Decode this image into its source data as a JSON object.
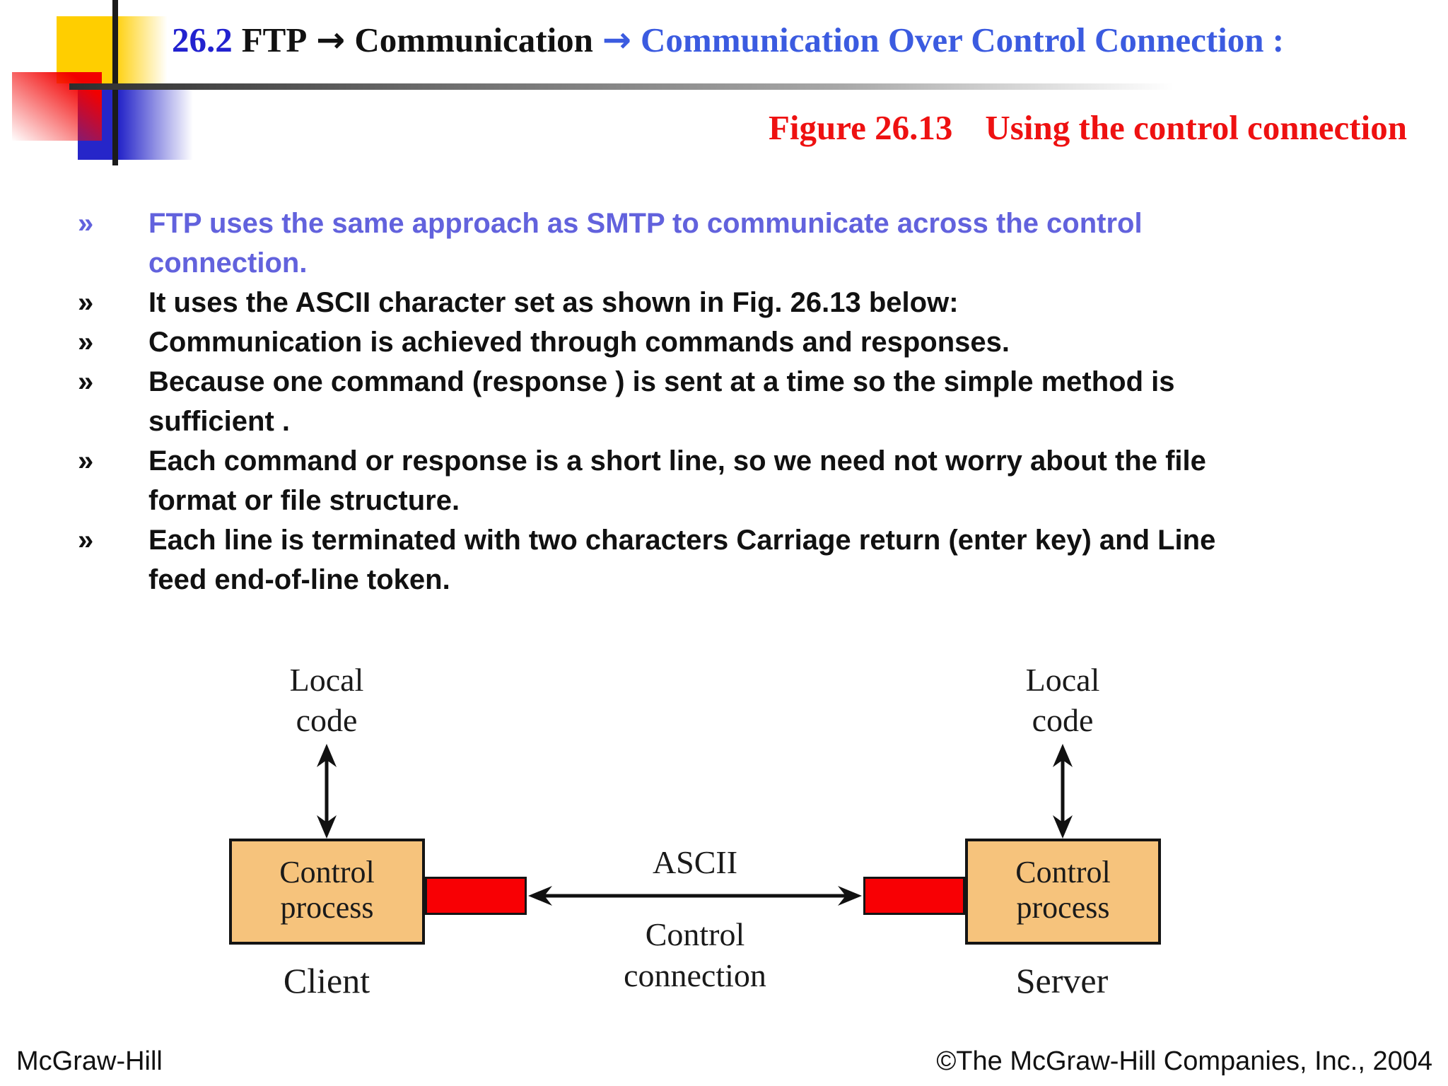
{
  "slide": {
    "title": {
      "number": "26.2",
      "segment1": "FTP",
      "arrow": "→",
      "segment2": "Communication",
      "segment3": "Communication Over Control Connection :"
    },
    "figure": {
      "label": "Figure 26.13",
      "caption": "Using the control connection"
    },
    "bullets": {
      "marker": "»",
      "items": [
        {
          "color": "#6262dd",
          "lines": [
            "FTP uses the same approach as SMTP to communicate across the control",
            "connection."
          ]
        },
        {
          "color": "#111111",
          "lines": [
            "It uses the ASCII character set as shown in Fig. 26.13 below:"
          ]
        },
        {
          "color": "#111111",
          "lines": [
            "Communication is achieved through commands and responses."
          ]
        },
        {
          "color": "#111111",
          "lines": [
            "Because one command (response ) is sent at a time so the simple method is",
            "sufficient ."
          ]
        },
        {
          "color": "#111111",
          "lines": [
            "Each command or response is a short line, so we need not worry about the file",
            "format or file structure."
          ]
        },
        {
          "color": "#111111",
          "lines": [
            "Each line is terminated with two characters Carriage return (enter key) and Line",
            "feed end-of-line token."
          ]
        }
      ]
    },
    "diagram": {
      "local_code_line1": "Local",
      "local_code_line2": "code",
      "process_box_line1": "Control",
      "process_box_line2": "process",
      "ascii_label": "ASCII",
      "connection_label_line1": "Control",
      "connection_label_line2": "connection",
      "client_label": "Client",
      "server_label": "Server",
      "box_color": "#f6c37c",
      "port_color": "#f80004"
    },
    "footer": {
      "left": "McGraw-Hill",
      "right": "©The McGraw-Hill Companies, Inc., 2004"
    },
    "colors": {
      "title_number_blue": "#2222cf",
      "title_segment_blue": "#3b5be0",
      "figure_caption_red": "#ee1111",
      "bullet_blue": "#6262dd",
      "decoration_yellow": "#ffce00",
      "decoration_red": "#f20000",
      "decoration_blue": "#2626c9"
    }
  }
}
